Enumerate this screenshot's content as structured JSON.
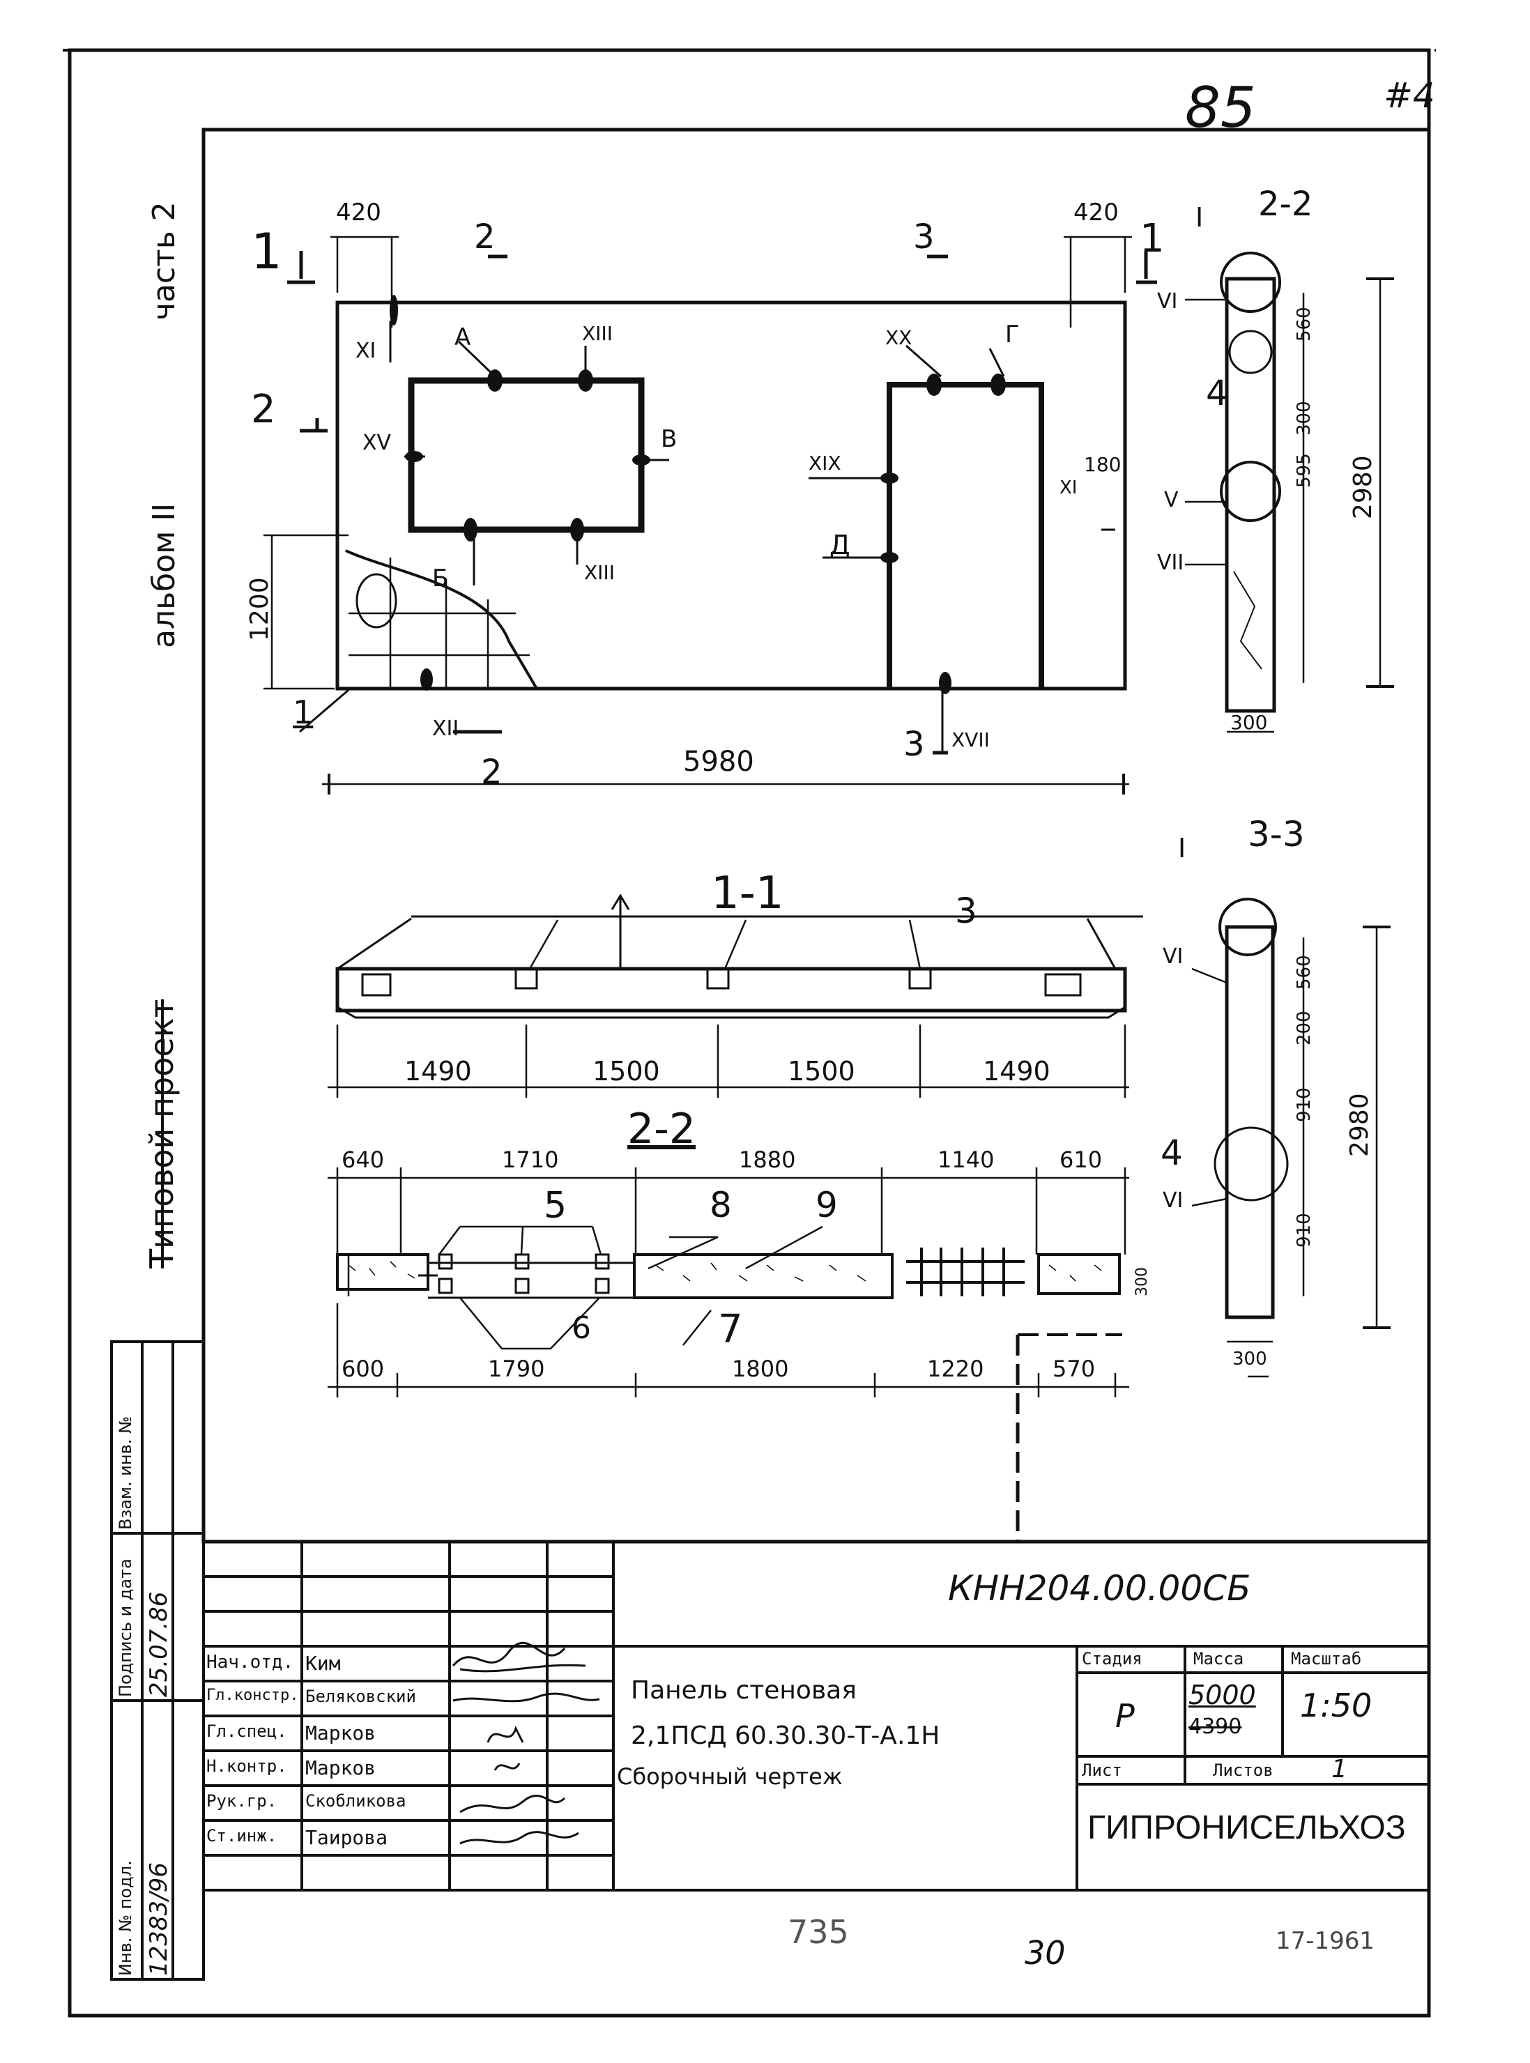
{
  "sheet": {
    "page_number": "85",
    "corner_mark": "#4",
    "bottom_mark": "735",
    "bottom_page": "30",
    "bottom_right": "17-1961"
  },
  "side_labels": {
    "part": "часть 2",
    "album": "альбом II",
    "project": "Типовой проект"
  },
  "left_stamp": {
    "col1": "Инв. № подл.",
    "col2": "Подпись и дата",
    "col3": "Взам. инв. №",
    "inv_value": "12383/96",
    "date_value": "25.07.86"
  },
  "plan": {
    "dims": {
      "left_top": "420",
      "right_top": "420",
      "height_left": "1200",
      "width": "5980",
      "right_180": "180",
      "side_2980": "2980",
      "side_300": "300"
    },
    "sections": {
      "s1_left": "1",
      "s1_right": "1",
      "s2_top": "2",
      "s2_left": "2",
      "s2_bottom": "2",
      "s3_top": "3",
      "s3_bottom": "3"
    },
    "nodes": {
      "XI_left": "XI",
      "XIII_top": "XIII",
      "XV": "XV",
      "XIII_bottom": "XIII",
      "XII": "XII",
      "XX": "XX",
      "XIX": "XIX",
      "XVII": "XVII",
      "XI_right": "XI"
    },
    "letters": {
      "A": "А",
      "B": "В",
      "Б": "Б",
      "Г": "Г",
      "Д": "Д"
    },
    "pos_1": "1"
  },
  "section_22_side": {
    "title": "2-2",
    "I": "I",
    "VI": "VI",
    "V": "V",
    "VII": "VII",
    "p4": "4",
    "d560": "560",
    "d300": "300",
    "d595": "595",
    "d2980": "2980",
    "d300b": "300"
  },
  "section_33": {
    "title": "3-3",
    "I": "I",
    "VI": "VI",
    "VI_b": "VI",
    "p4": "4",
    "d560": "560",
    "d200": "200",
    "d910a": "910",
    "d910b": "910",
    "d2980": "2980",
    "d300": "300"
  },
  "section_11": {
    "title": "1-1",
    "pos3": "3",
    "dims": [
      "1490",
      "1500",
      "1500",
      "1490"
    ]
  },
  "section_22_long": {
    "title": "2-2",
    "top_dims": [
      "640",
      "1710",
      "1880",
      "1140",
      "610"
    ],
    "bottom_dims": [
      "600",
      "1790",
      "1800",
      "1220",
      "570"
    ],
    "pos": {
      "p5": "5",
      "p6": "6",
      "p7": "7",
      "p8": "8",
      "p9": "9"
    },
    "d300": "300"
  },
  "title_block": {
    "code": "КНН204.00.00СБ",
    "name_line1": "Панель стеновая",
    "name_line2": "2,1ПСД 60.30.30-Т-А.1Н",
    "name_line3": "Сборочный чертеж",
    "stage_hdr": "Стадия",
    "mass_hdr": "Масса",
    "scale_hdr": "Масштаб",
    "stage": "Р",
    "mass": "5000",
    "mass_old": "4390",
    "scale": "1:50",
    "sheet_hdr": "Лист",
    "sheets_hdr": "Листов",
    "sheets": "1",
    "org": "ГИПРОНИСЕЛЬХОЗ",
    "signers": [
      {
        "role": "Нач.отд.",
        "name": "Ким"
      },
      {
        "role": "Гл.констр.",
        "name": "Беляковский"
      },
      {
        "role": "Гл.спец.",
        "name": "Марков"
      },
      {
        "role": "Н.контр.",
        "name": "Марков"
      },
      {
        "role": "Рук.гр.",
        "name": "Скобликова"
      },
      {
        "role": "Ст.инж.",
        "name": "Таирова"
      }
    ]
  }
}
